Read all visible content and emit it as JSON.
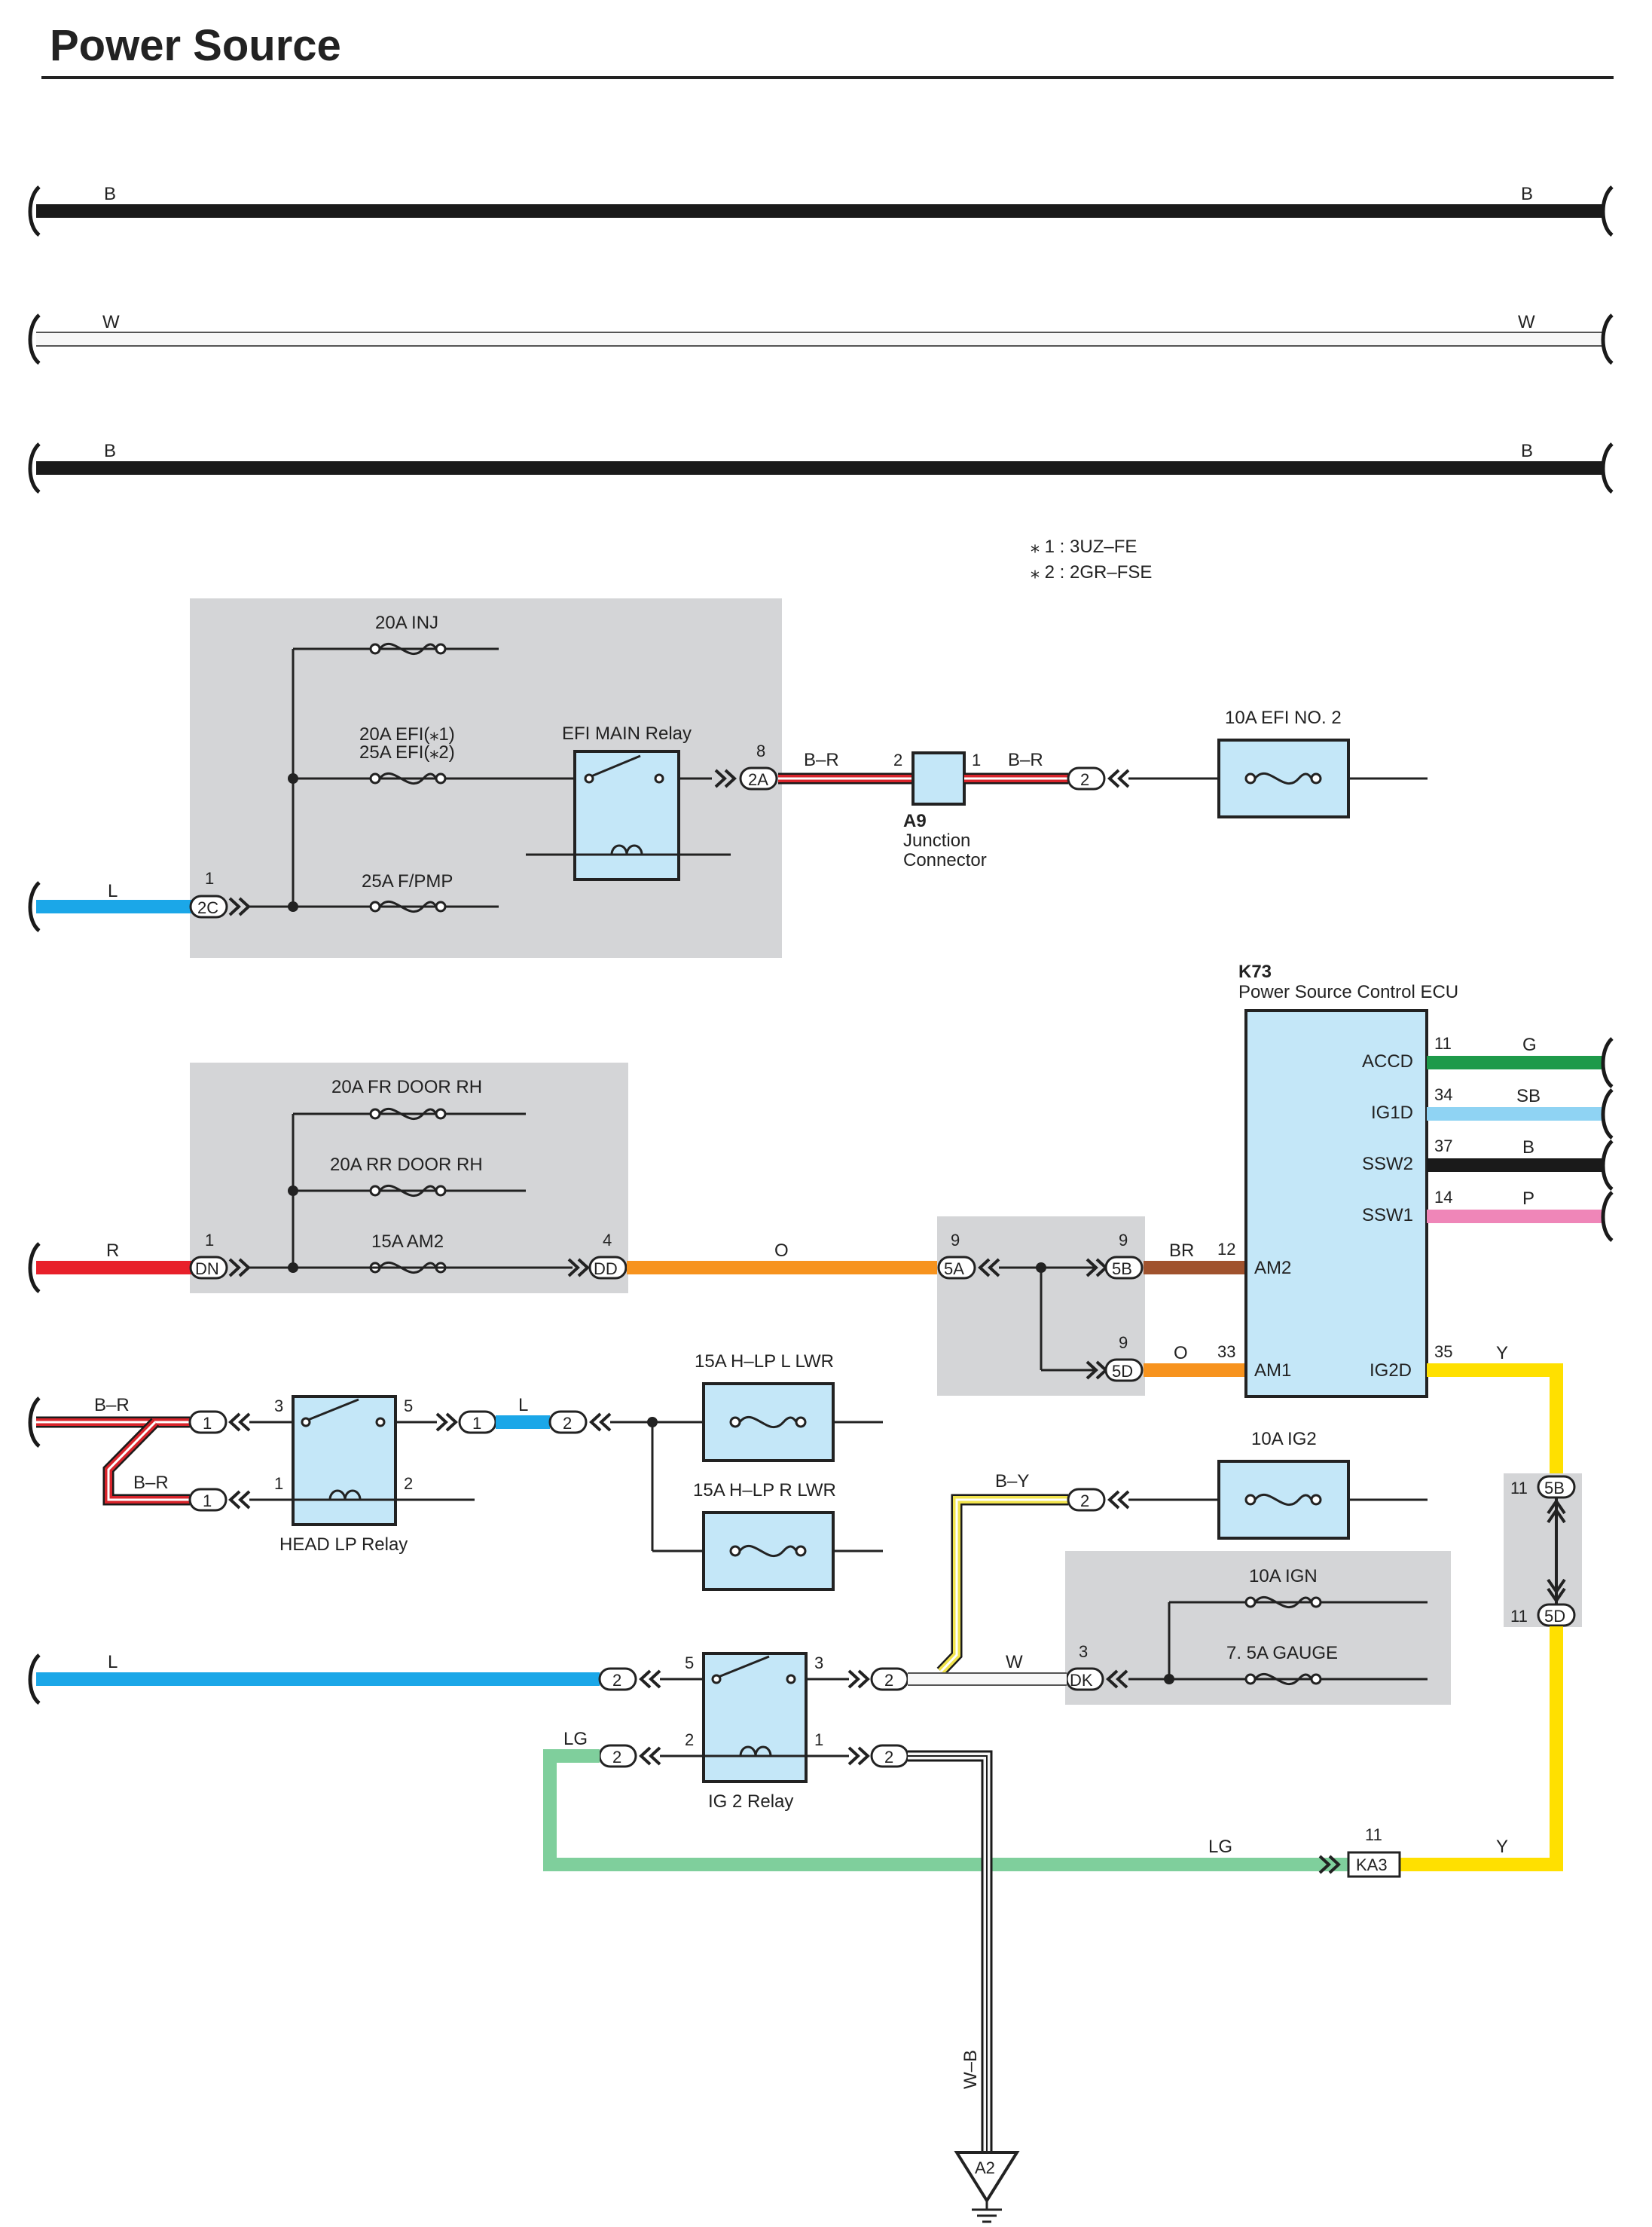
{
  "title": "Power Source",
  "notes": [
    "⁎ 1 : 3UZ–FE",
    "⁎ 2 : 2GR–FSE"
  ],
  "colors": {
    "B": "#1a1a1a",
    "W": "#f4f4f4",
    "L": "#1ba7e8",
    "R": "#e8202a",
    "O": "#f7931e",
    "BR": "#a0522d",
    "G": "#1e9a4a",
    "SB": "#8fd3f3",
    "P": "#ef86b8",
    "Y": "#ffe000",
    "LG": "#7fcf9c",
    "BY_stripe": "#f2e44c",
    "BR_stripe": "#d8242b",
    "box": "#d4d5d7",
    "component": "#c4e7f8"
  },
  "top_wires": [
    {
      "label_left": "B",
      "label_right": "B"
    },
    {
      "label_left": "W",
      "label_right": "W"
    },
    {
      "label_left": "B",
      "label_right": "B"
    }
  ],
  "fuses": {
    "inj": "20A INJ",
    "efi_1": "20A EFI(⁎1)",
    "efi_2": "25A EFI(⁎2)",
    "fpmp": "25A F/PMP",
    "efi_no2": "10A EFI NO. 2",
    "fr_door": "20A FR DOOR RH",
    "rr_door": "20A RR DOOR RH",
    "am2": "15A AM2",
    "hlp_l": "15A H–LP L LWR",
    "hlp_r": "15A H–LP R LWR",
    "ig2": "10A IG2",
    "ign": "10A IGN",
    "gauge": "7. 5A GAUGE"
  },
  "relays": {
    "efi_main": "EFI MAIN Relay",
    "head_lp": "HEAD LP Relay",
    "ig2": "IG 2 Relay"
  },
  "junction": {
    "id": "A9",
    "name_1": "Junction",
    "name_2": "Connector"
  },
  "ecu": {
    "id": "K73",
    "name": "Power Source Control ECU",
    "pins": [
      {
        "num": "11",
        "name": "ACCD",
        "color": "G"
      },
      {
        "num": "34",
        "name": "IG1D",
        "color": "SB"
      },
      {
        "num": "37",
        "name": "SSW2",
        "color": "B"
      },
      {
        "num": "14",
        "name": "SSW1",
        "color": "P"
      },
      {
        "num": "12",
        "name": "AM2",
        "color": "BR"
      },
      {
        "num": "33",
        "name": "AM1",
        "color": "O"
      },
      {
        "num": "35",
        "name": "IG2D",
        "color": "Y"
      }
    ]
  },
  "connectors": {
    "c2C": "2C",
    "c2A": "2A",
    "cDN": "DN",
    "cDD": "DD",
    "c5A": "5A",
    "c5B": "5B",
    "c5D": "5D",
    "cDK": "DK",
    "cKA3": "KA3",
    "cA2": "A2",
    "one": "1",
    "two": "2"
  },
  "pins": {
    "p1": "1",
    "p2": "2",
    "p3": "3",
    "p4": "4",
    "p5": "5",
    "p8": "8",
    "p9": "9",
    "p11": "11"
  },
  "wire_labels": {
    "L": "L",
    "R": "R",
    "O": "O",
    "BR_wire": "B–R",
    "BY": "B–Y",
    "W": "W",
    "LG": "LG",
    "Y": "Y",
    "WB": "W–B",
    "BR": "BR",
    "G": "G",
    "SB": "SB",
    "B": "B",
    "P": "P"
  }
}
